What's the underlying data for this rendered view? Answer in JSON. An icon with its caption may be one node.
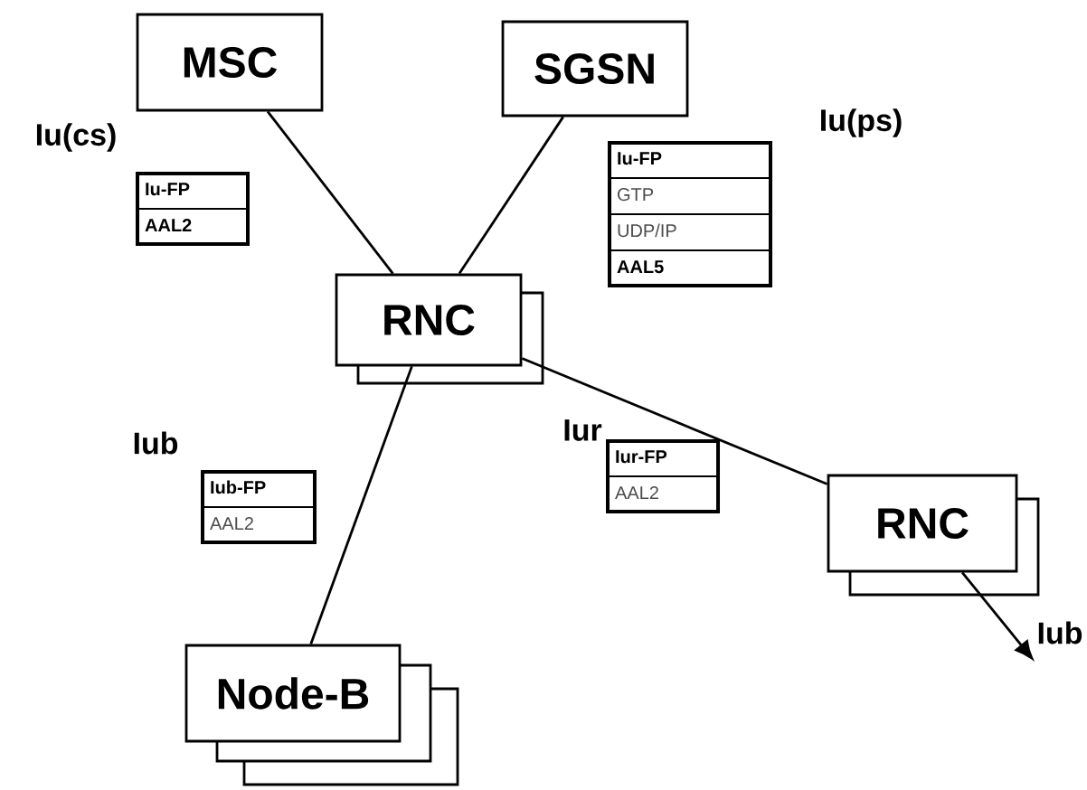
{
  "diagram": {
    "nodes": [
      {
        "text": [
          "MSC"
        ]
      },
      {
        "text": [
          "SGSN"
        ]
      },
      {
        "text": [
          "RNC"
        ]
      },
      {
        "text": [
          "RNC"
        ]
      },
      {
        "text": [
          "Node-B"
        ]
      },
      {
        "text": [
          "Iu-FP",
          "AAL2"
        ]
      },
      {
        "text": [
          "Iu-FP",
          "GTP",
          "UDP/IP",
          "AAL5"
        ]
      },
      {
        "text": [
          "Iub-FP",
          "AAL2"
        ]
      },
      {
        "text": [
          "Iur-FP",
          "AAL2"
        ]
      }
    ],
    "edges": [
      {
        "from": 0,
        "to": 2,
        "arrow": "none"
      },
      {
        "from": 1,
        "to": 2,
        "arrow": "none"
      },
      {
        "from": 2,
        "to": 3,
        "arrow": "none"
      },
      {
        "from": 2,
        "to": 4,
        "arrow": "none"
      },
      {
        "from": 3,
        "to": null,
        "arrow": "to",
        "label": "Iub"
      }
    ],
    "labels": [
      "Iu(cs)",
      "Iu(ps)",
      "Iub",
      "Iur"
    ]
  }
}
